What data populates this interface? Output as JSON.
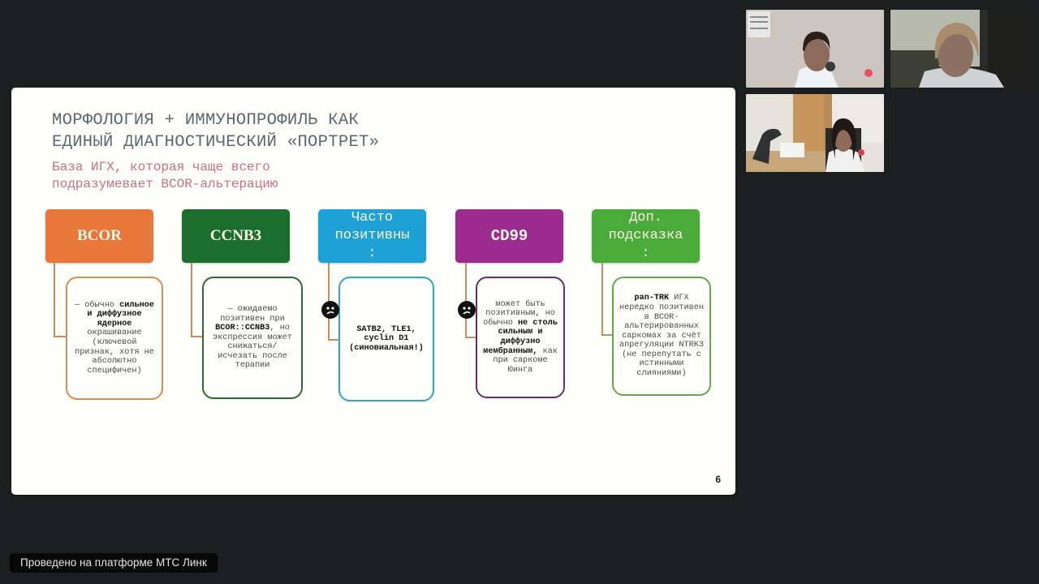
{
  "slide": {
    "title": "МОРФОЛОГИЯ + ИММУНОПРОФИЛЬ КАК\nЕДИНЫЙ ДИАГНОСТИЧЕСКИЙ «ПОРТРЕТ»",
    "subtitle": "База ИГХ, которая чаще всего\nподразумевает BCOR-альтерацию",
    "page_number": "6",
    "columns": [
      {
        "header": "BCOR",
        "color": "#e8773a",
        "card_parts": [
          {
            "t": "— обычно ",
            "b": false
          },
          {
            "t": "сильное и диффузное ядерное",
            "b": true
          },
          {
            "t": " окрашивание (ключевой признак, хотя не абсолютно специфичен)",
            "b": false
          }
        ]
      },
      {
        "header": "CCNB3",
        "color": "#1c6e2e",
        "card_parts": [
          {
            "t": "— ожидаемо позитивен при ",
            "b": false
          },
          {
            "t": "BCOR::CCNB3",
            "b": true
          },
          {
            "t": ", но экспрессия может снижаться/исчезать после терапии",
            "b": false
          }
        ]
      },
      {
        "header": "Часто\nпозитивны\n:",
        "color": "#1ea2d5",
        "icon": "sad-face-icon",
        "card_parts": [
          {
            "t": "SATB2, TLE1, cyclin D1 (синовиальная!)",
            "b": true
          }
        ]
      },
      {
        "header": "CD99",
        "color": "#9c2b8f",
        "icon": "sad-face-icon",
        "card_parts": [
          {
            "t": "может быть позитивным, но обычно ",
            "b": false
          },
          {
            "t": "не столь сильным и диффузно мембранным,",
            "b": true
          },
          {
            "t": " как при саркоме Юинга",
            "b": false
          }
        ]
      },
      {
        "header": "Доп.\nподсказка\n:",
        "color": "#4aab3a",
        "card_parts": [
          {
            "t": "pan-TRK",
            "b": true
          },
          {
            "t": " ИГХ нередко позитивен в BCOR-альтерированных саркомах за счёт апрегуляции NTRK3 (не перепутать с истинными слияниями)",
            "b": false
          }
        ]
      }
    ]
  },
  "participants": [
    {
      "name": "participant-1"
    },
    {
      "name": "participant-2"
    },
    {
      "name": "participant-3"
    }
  ],
  "footer": {
    "label": "Проведено на платформе МТС Линк"
  }
}
